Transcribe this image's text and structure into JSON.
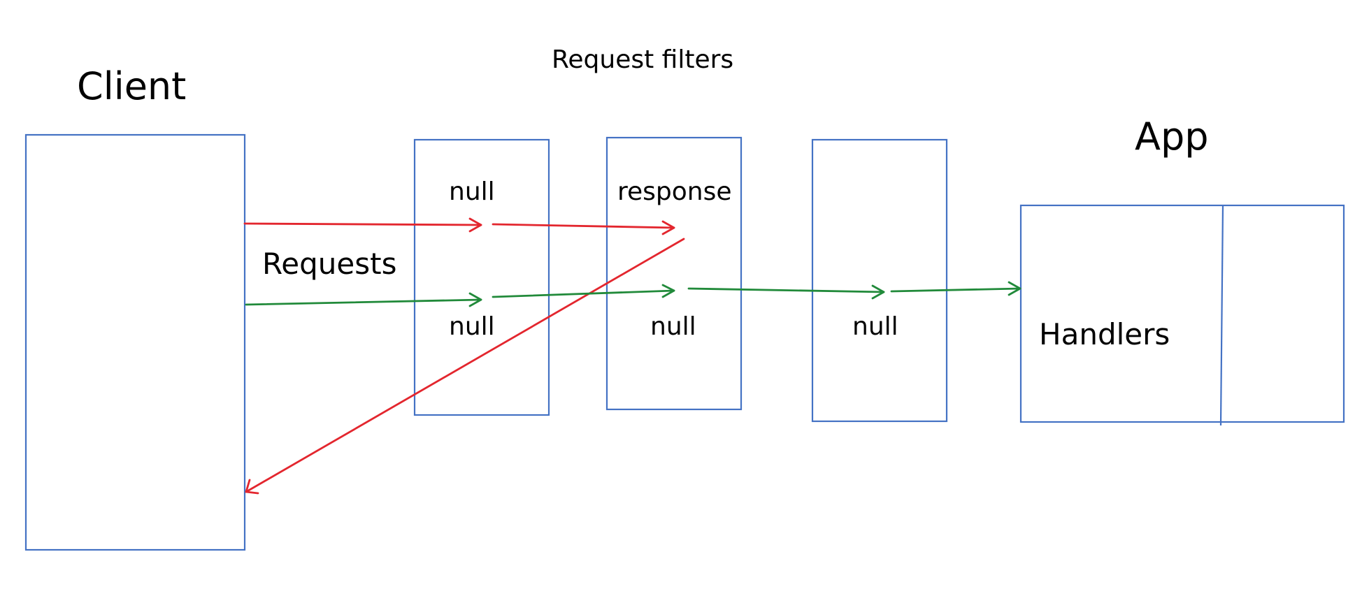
{
  "diagram": {
    "client_label": "Client",
    "filters_label": "Request filters",
    "app_label": "App",
    "requests_label": "Requests",
    "handlers_label": "Handlers",
    "filter1": {
      "top_label": "null",
      "bottom_label": "null"
    },
    "filter2": {
      "top_label": "response",
      "bottom_label": "null"
    },
    "filter3": {
      "bottom_label": "null"
    }
  },
  "colors": {
    "box_stroke": "#4472c4",
    "rejected_path": "#e3262e",
    "passed_path": "#218a3a"
  }
}
